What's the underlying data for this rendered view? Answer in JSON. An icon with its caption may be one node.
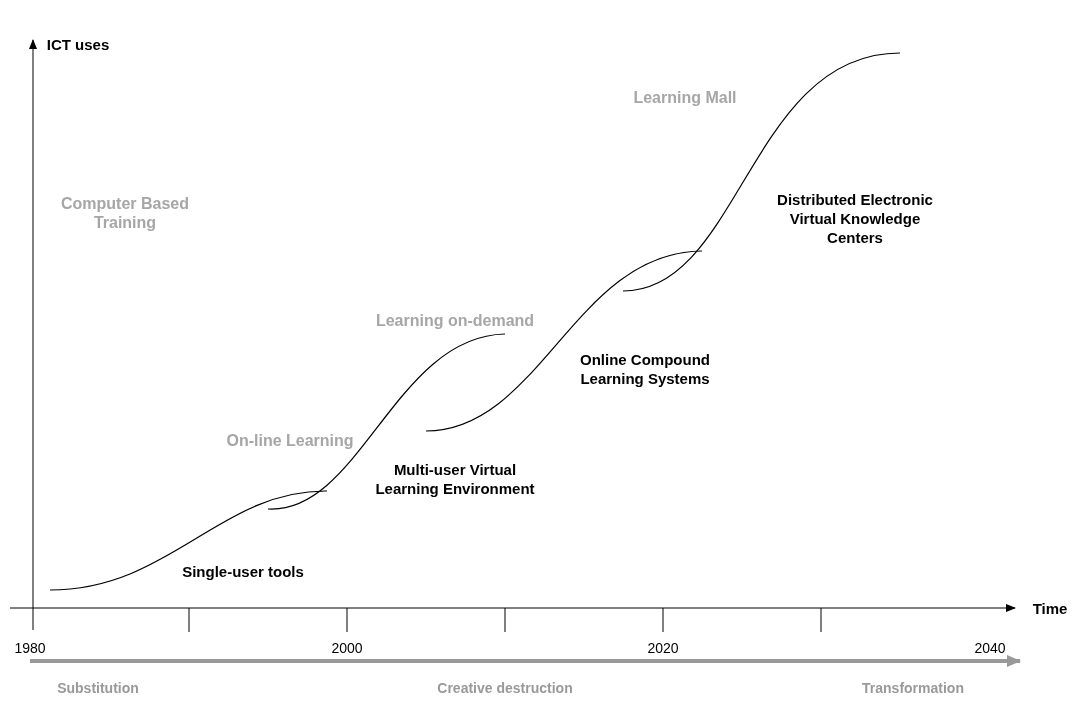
{
  "diagram": {
    "labels": [
      "ICT uses",
      "Learning Mall",
      "Distributed Electronic Virtual Knowledge Centers",
      "Learning on-demand",
      "Online Compound Learning Systems",
      "On-line Learning",
      "Multi-user Virtual Learning Environment",
      "Computer Based Training",
      "Single-user tools",
      "Time",
      "1980",
      "2000",
      "2020",
      "2040",
      "Substitution",
      "Creative destruction",
      "Transformation"
    ]
  }
}
